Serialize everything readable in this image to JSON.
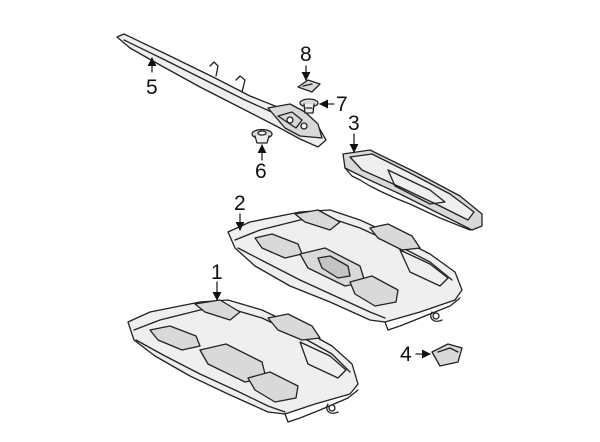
{
  "diagram": {
    "callouts": [
      {
        "id": "1",
        "label": "1"
      },
      {
        "id": "2",
        "label": "2"
      },
      {
        "id": "3",
        "label": "3"
      },
      {
        "id": "4",
        "label": "4"
      },
      {
        "id": "5",
        "label": "5"
      },
      {
        "id": "6",
        "label": "6"
      },
      {
        "id": "7",
        "label": "7"
      },
      {
        "id": "8",
        "label": "8"
      }
    ],
    "colors": {
      "line": "#222222",
      "shade_light": "#efefef",
      "shade_mid": "#d9d9d9",
      "shade_dark": "#c4c4c4"
    }
  }
}
